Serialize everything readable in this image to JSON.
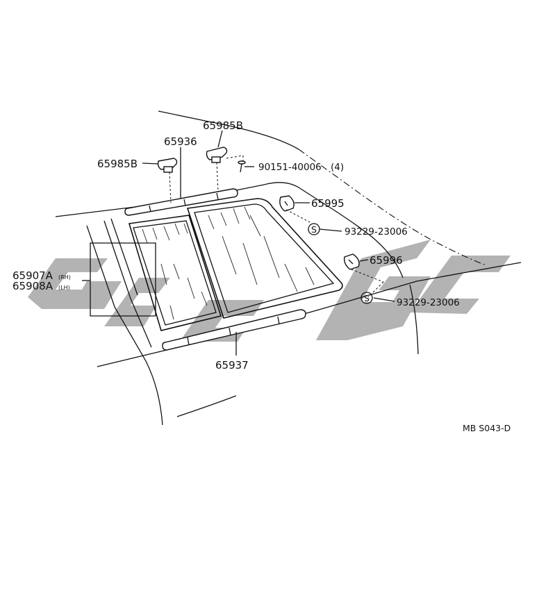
{
  "parts": {
    "p65985b_top": "65985B",
    "p65936": "65936",
    "p65985b_left": "65985B",
    "p90151": "90151-40006",
    "p90151_qty": "(4)",
    "p65995": "65995",
    "p93229_a": "93229-23006",
    "p65996": "65996",
    "p93229_b": "93229-23006",
    "p65907": "65907A",
    "p65907_side": "(RH)",
    "p65908": "65908A",
    "p65908_side": "(LH)",
    "p65937": "65937"
  },
  "seal_symbol": "S",
  "code": "MB S043-D"
}
